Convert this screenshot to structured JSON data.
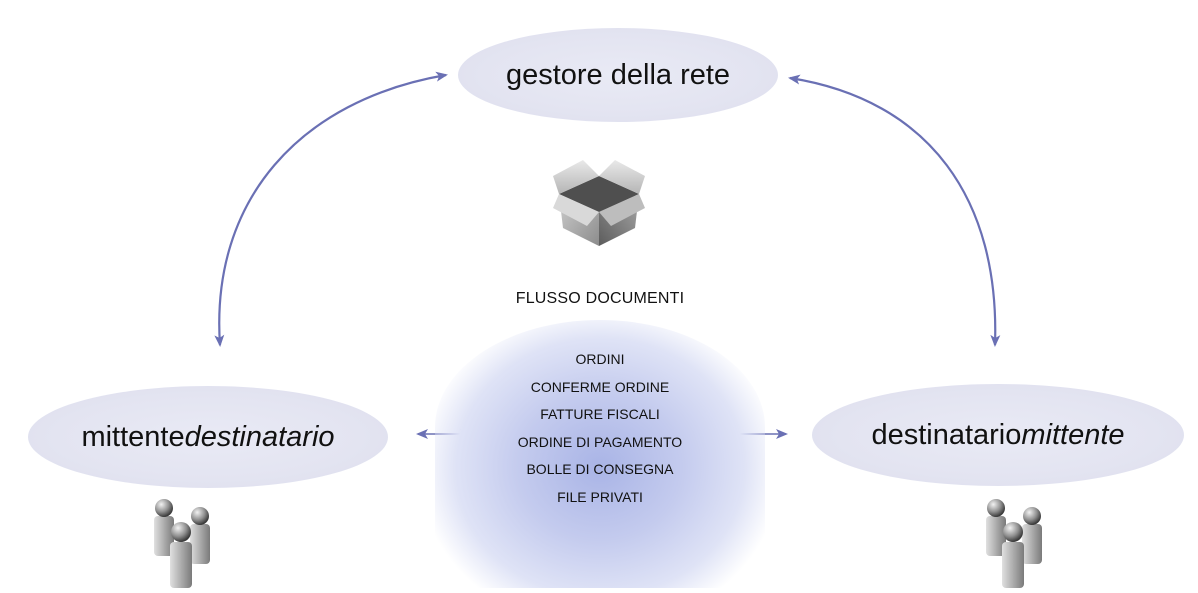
{
  "nodes": {
    "top": {
      "label": "gestore della rete"
    },
    "left": {
      "label": "mittente ",
      "label_italic": "destinatario"
    },
    "right": {
      "label": "destinatario ",
      "label_italic": "mittente"
    }
  },
  "flow": {
    "caption": "FLUSSO DOCUMENTI",
    "documents": [
      "ORDINI",
      "CONFERME ORDINE",
      "FATTURE FISCALI",
      "ORDINE DI PAGAMENTO",
      "BOLLE DI CONSEGNA",
      "FILE PRIVATI"
    ]
  },
  "icons": {
    "box": "open-box-icon",
    "people_left": "people-group-icon",
    "people_right": "people-group-icon"
  },
  "colors": {
    "arrow": "#6a70b4",
    "node_fill": "#e3e4f1",
    "glow": "#a9b4e6"
  }
}
